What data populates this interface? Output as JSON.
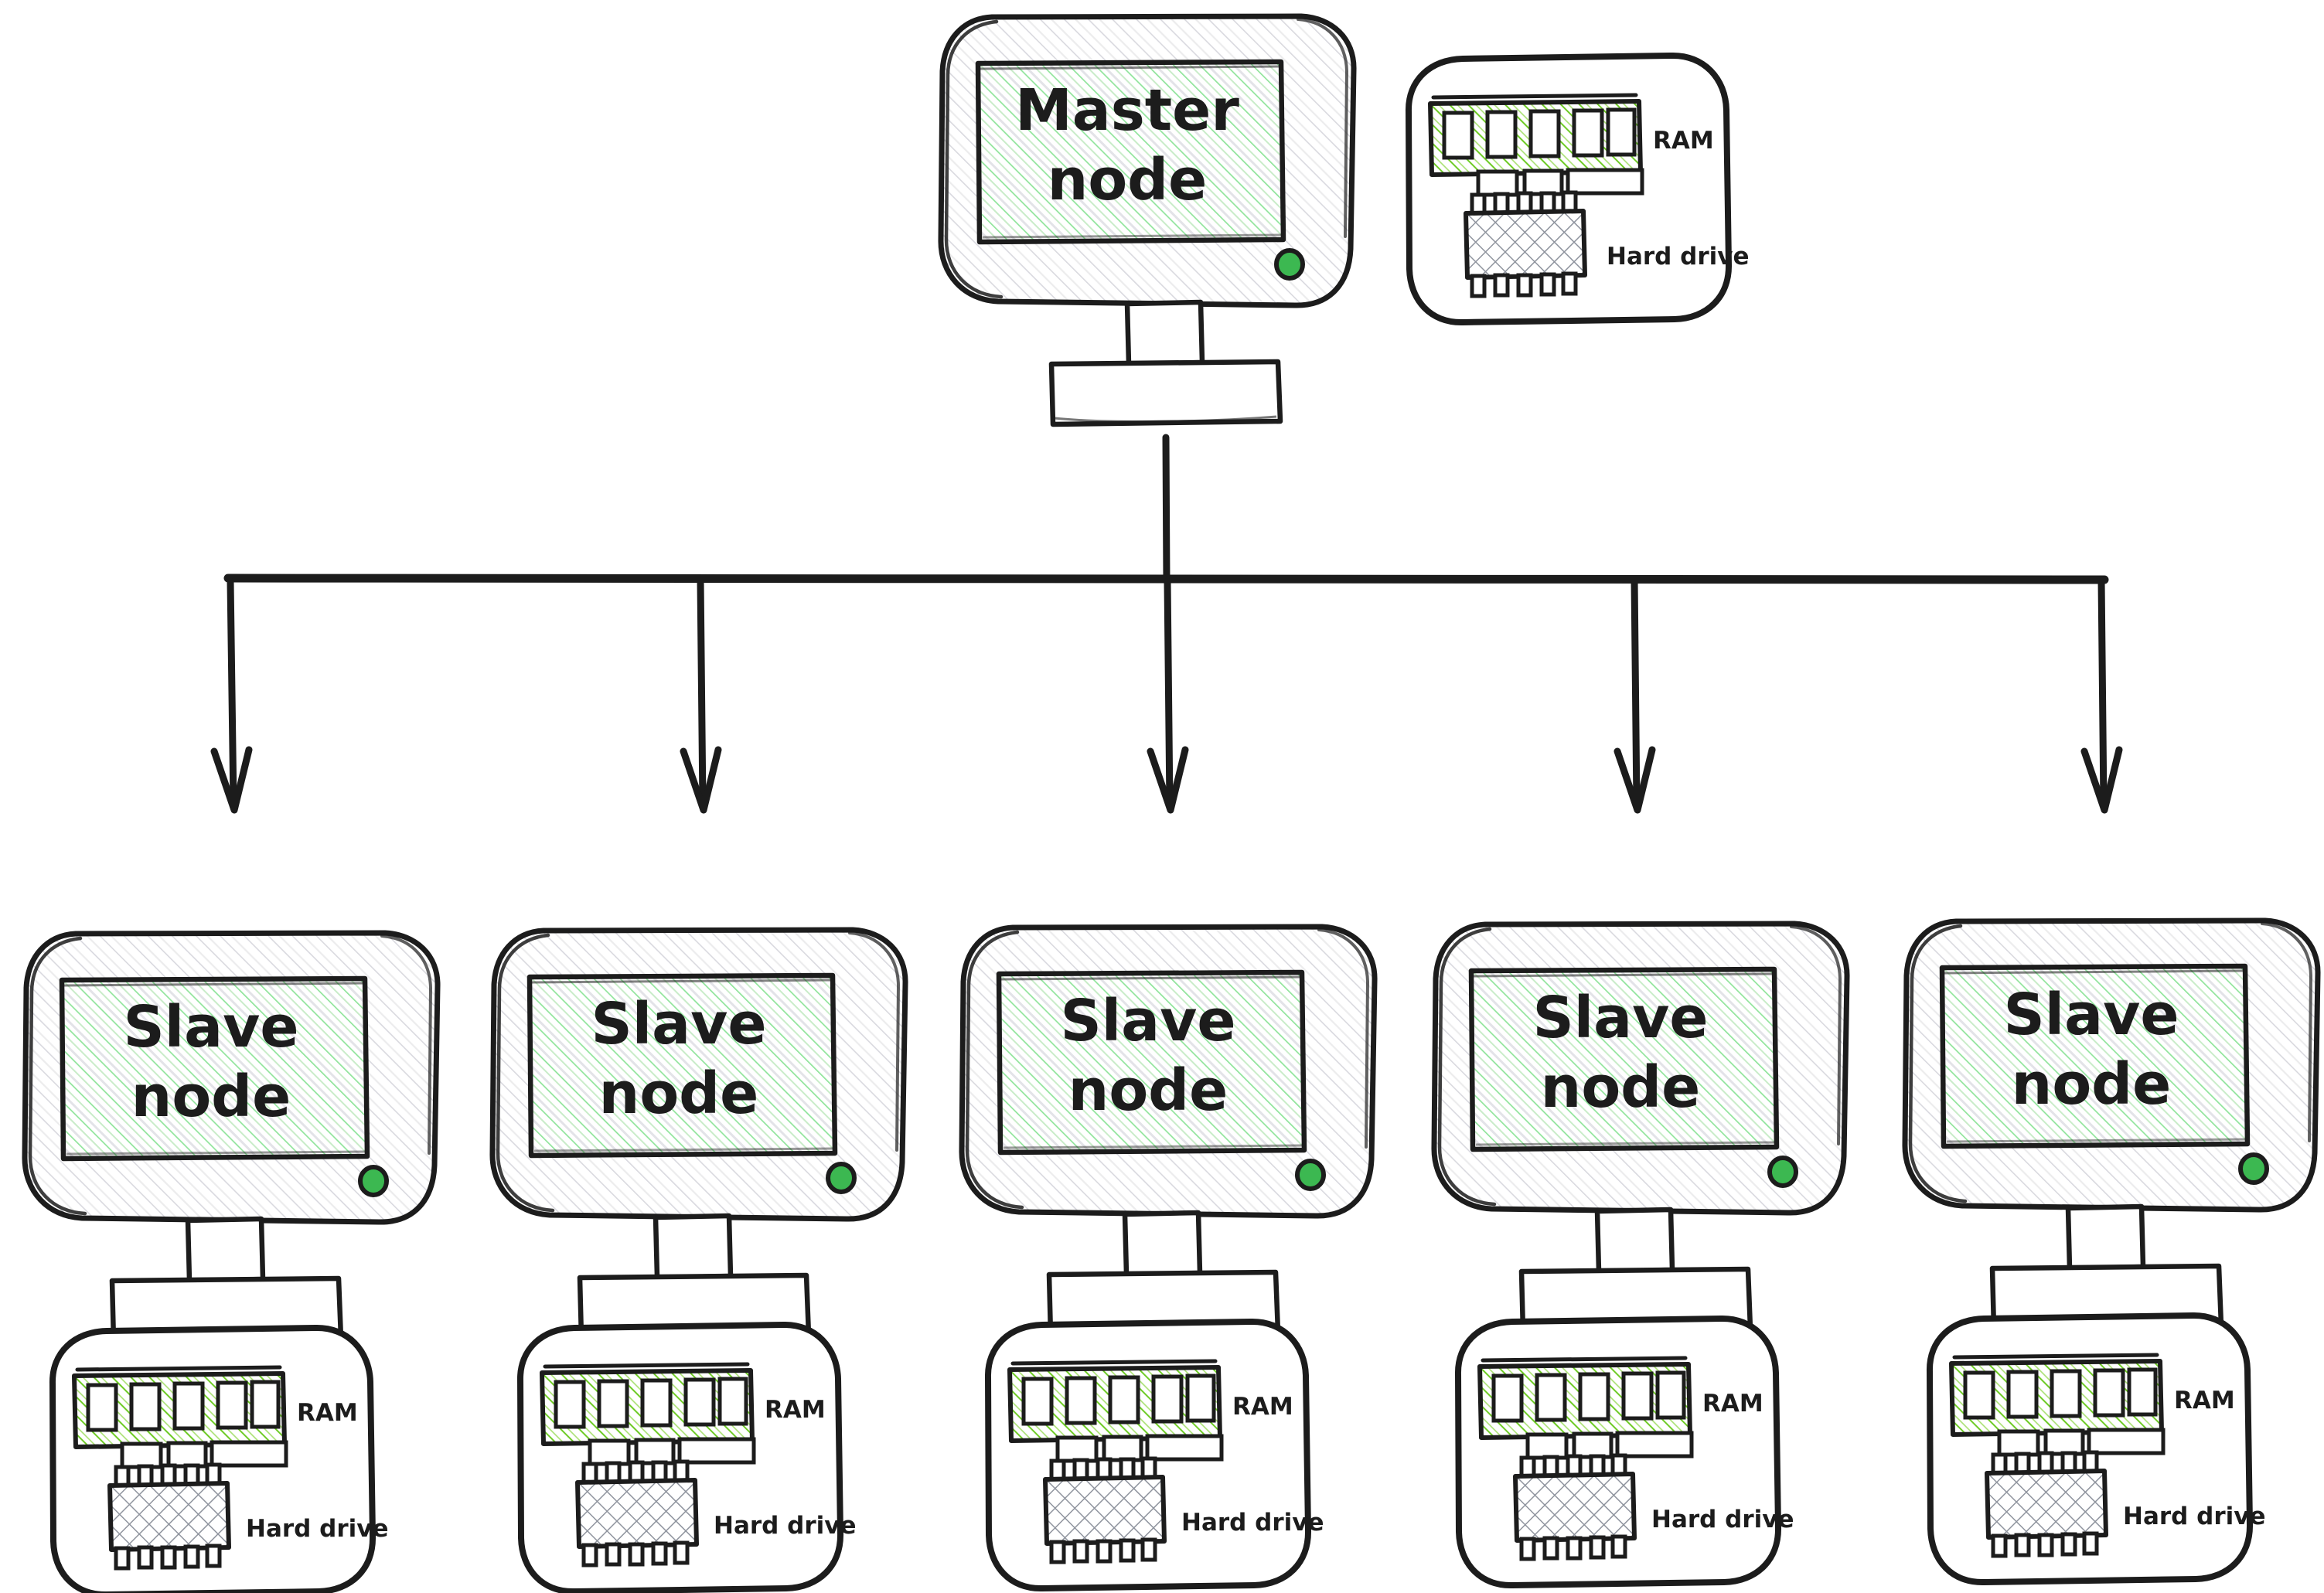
{
  "diagram": {
    "title": "Master-slave cluster node diagram",
    "kind": "network-topology",
    "background_color": "#ffffff",
    "stroke_color": "#1c1c1c",
    "screen_green": "#8fe39a",
    "bezel_gray": "#d8d8de",
    "led_green": "#3cb851",
    "ram_green": "#6fcc2a",
    "hd_gray": "#8a8f99"
  },
  "master": {
    "label_line1": "Master",
    "label_line2": "node",
    "led_name": "power-led",
    "spec_box": {
      "ram_label": "RAM",
      "hard_drive_label": "Hard drive"
    }
  },
  "slaves": [
    {
      "index": 1,
      "label_line1": "Slave",
      "label_line2": "node",
      "spec_box": {
        "ram_label": "RAM",
        "hard_drive_label": "Hard drive"
      }
    },
    {
      "index": 2,
      "label_line1": "Slave",
      "label_line2": "node",
      "spec_box": {
        "ram_label": "RAM",
        "hard_drive_label": "Hard drive"
      }
    },
    {
      "index": 3,
      "label_line1": "Slave",
      "label_line2": "node",
      "spec_box": {
        "ram_label": "RAM",
        "hard_drive_label": "Hard drive"
      }
    },
    {
      "index": 4,
      "label_line1": "Slave",
      "label_line2": "node",
      "spec_box": {
        "ram_label": "RAM",
        "hard_drive_label": "Hard drive"
      }
    },
    {
      "index": 5,
      "label_line1": "Slave",
      "label_line2": "node",
      "spec_box": {
        "ram_label": "RAM",
        "hard_drive_label": "Hard drive"
      }
    }
  ],
  "connectors": {
    "count": 5,
    "style": "orthogonal-arrow",
    "direction": "master-to-slaves"
  }
}
